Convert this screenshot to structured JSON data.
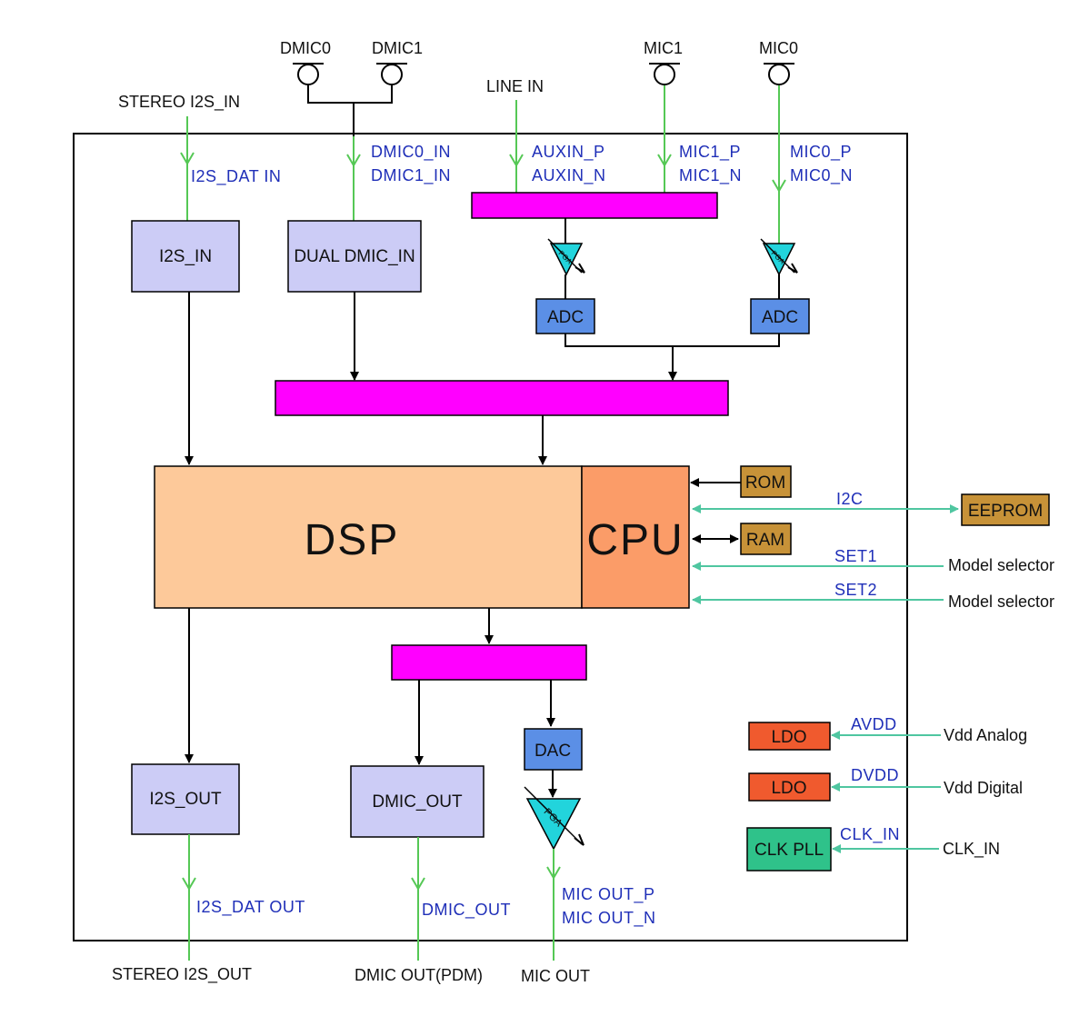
{
  "colors": {
    "accent_magenta": "#ff00ff",
    "block_lavender": "#ccccf6",
    "block_adc": "#5b8fe6",
    "block_dsp": "#fdc99a",
    "block_cpu": "#fb9c68",
    "block_memory": "#c79238",
    "block_ldo": "#f05a2e",
    "block_clk": "#2fc28a",
    "pga_cyan": "#22d4dc",
    "wire_green": "#55c855",
    "wire_teal": "#4fc6a0",
    "label_blue": "#1f2fb8"
  },
  "external": {
    "stereo_i2s_in": "STEREO I2S_IN",
    "dmic0": "DMIC0",
    "dmic1": "DMIC1",
    "line_in": "LINE IN",
    "mic1": "MIC1",
    "mic0": "MIC0",
    "stereo_i2s_out": "STEREO I2S_OUT",
    "dmic_out_pdm": "DMIC OUT(PDM)",
    "mic_out": "MIC OUT",
    "model_selector_1": "Model selector",
    "model_selector_2": "Model selector",
    "vdd_analog": "Vdd Analog",
    "vdd_digital": "Vdd Digital",
    "clk_in_ext": "CLK_IN"
  },
  "signals": {
    "i2s_dat_in": "I2S_DAT IN",
    "dmic0_in": "DMIC0_IN",
    "dmic1_in": "DMIC1_IN",
    "auxin_p": "AUXIN_P",
    "auxin_n": "AUXIN_N",
    "mic1_p": "MIC1_P",
    "mic1_n": "MIC1_N",
    "mic0_p": "MIC0_P",
    "mic0_n": "MIC0_N",
    "i2c": "I2C",
    "set1": "SET1",
    "set2": "SET2",
    "avdd": "AVDD",
    "dvdd": "DVDD",
    "clk_in": "CLK_IN",
    "i2s_dat_out": "I2S_DAT OUT",
    "dmic_out": "DMIC_OUT",
    "mic_out_p": "MIC OUT_P",
    "mic_out_n": "MIC OUT_N"
  },
  "blocks": {
    "i2s_in": "I2S_IN",
    "dual_dmic_in": "DUAL DMIC_IN",
    "adc": "ADC",
    "dsp": "DSP",
    "cpu": "CPU",
    "rom": "ROM",
    "ram": "RAM",
    "eeprom": "EEPROM",
    "dac": "DAC",
    "ldo": "LDO",
    "clk_pll": "CLK PLL",
    "i2s_out": "I2S_OUT",
    "dmic_out": "DMIC_OUT",
    "pga": "PGA"
  }
}
